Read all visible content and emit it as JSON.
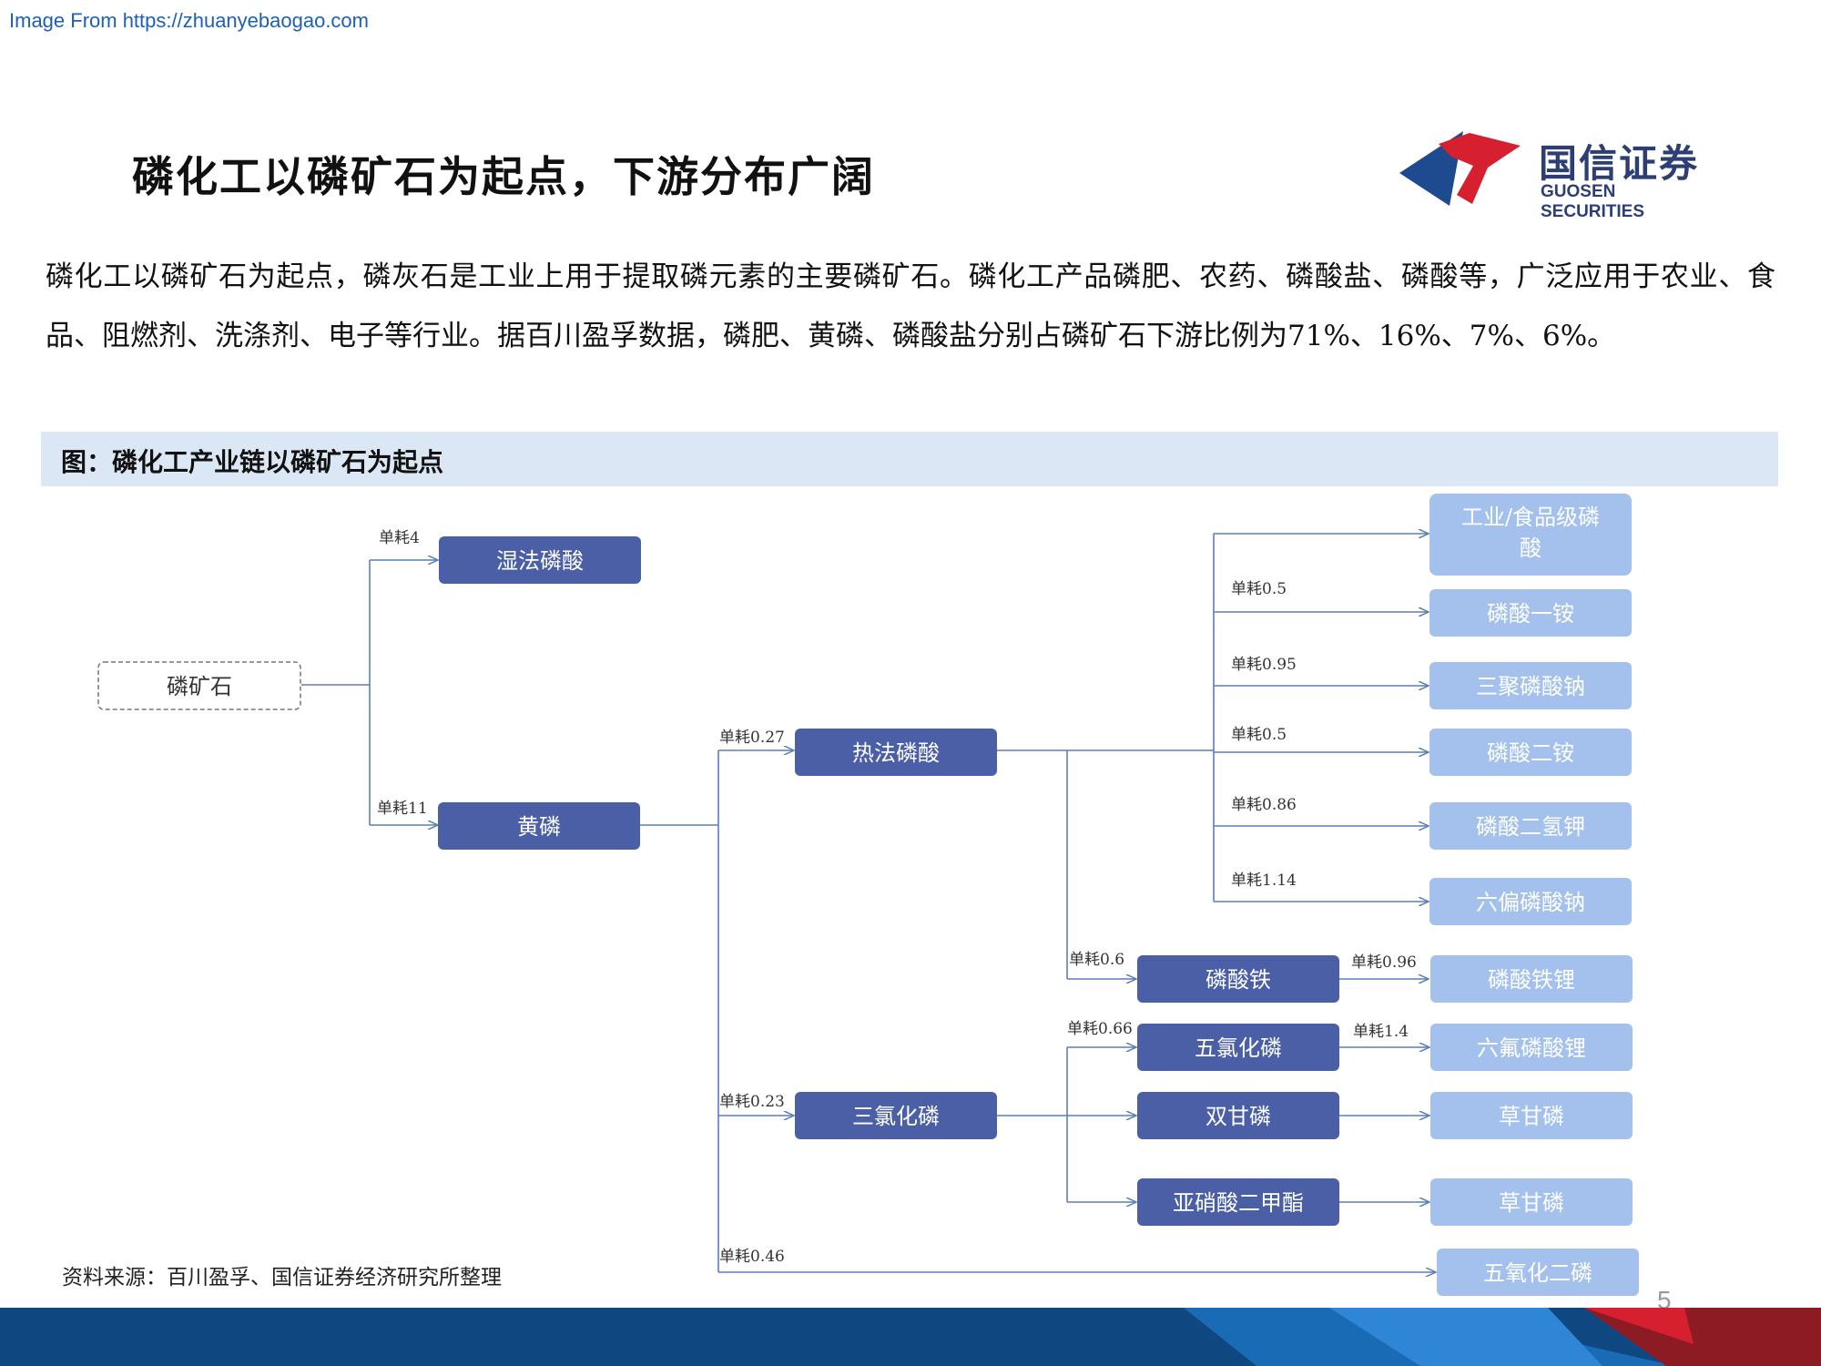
{
  "watermark": "Image From https://zhuanyebaogao.com",
  "title": "磷化工以磷矿石为起点，下游分布广阔",
  "logo": {
    "cn": "国信证券",
    "en": "GUOSEN SECURITIES",
    "colors": {
      "red": "#d7202f",
      "navy": "#1e4b8f"
    }
  },
  "paragraph": "磷化工以磷矿石为起点，磷灰石是工业上用于提取磷元素的主要磷矿石。磷化工产品磷肥、农药、磷酸盐、磷酸等，广泛应用于农业、食品、阻燃剂、洗涤剂、电子等行业。据百川盈孚数据，磷肥、黄磷、磷酸盐分别占磷矿石下游比例为71%、16%、7%、6%。",
  "figure_title": "图：磷化工产业链以磷矿石为起点",
  "diagram": {
    "colors": {
      "dark_node": "#4a5fa6",
      "light_node": "#a4c1ee",
      "edge": "#5a7fb8"
    },
    "nodes": {
      "root": "磷矿石",
      "wet_acid": "湿法磷酸",
      "yellow_p": "黄磷",
      "thermal_acid": "热法磷酸",
      "pcl3": "三氯化磷",
      "food_acid_l1": "工业/食品级磷",
      "food_acid_l2": "酸",
      "map": "磷酸一铵",
      "stpp": "三聚磷酸钠",
      "dap": "磷酸二铵",
      "mkp": "磷酸二氢钾",
      "shmp": "六偏磷酸钠",
      "fepo4": "磷酸铁",
      "lfp": "磷酸铁锂",
      "p2o5_chl": "五氯化磷",
      "lipf6": "六氟磷酸锂",
      "glyphosate_int": "双甘磷",
      "glyphosate_a": "草甘磷",
      "dmp": "亚硝酸二甲酯",
      "glyphosate_b": "草甘磷",
      "p2o5": "五氧化二磷"
    },
    "edge_labels": {
      "wet_acid": "单耗4",
      "yellow_p": "单耗11",
      "thermal_acid": "单耗0.27",
      "pcl3": "单耗0.23",
      "p2o5": "单耗0.46",
      "map": "单耗0.5",
      "stpp": "单耗0.95",
      "dap": "单耗0.5",
      "mkp": "单耗0.86",
      "shmp": "单耗1.14",
      "fepo4": "单耗0.6",
      "lfp": "单耗0.96",
      "p2o5_chl": "单耗0.66",
      "lipf6": "单耗1.4"
    }
  },
  "source": "资料来源：百川盈孚、国信证券经济研究所整理",
  "page_number": "5"
}
